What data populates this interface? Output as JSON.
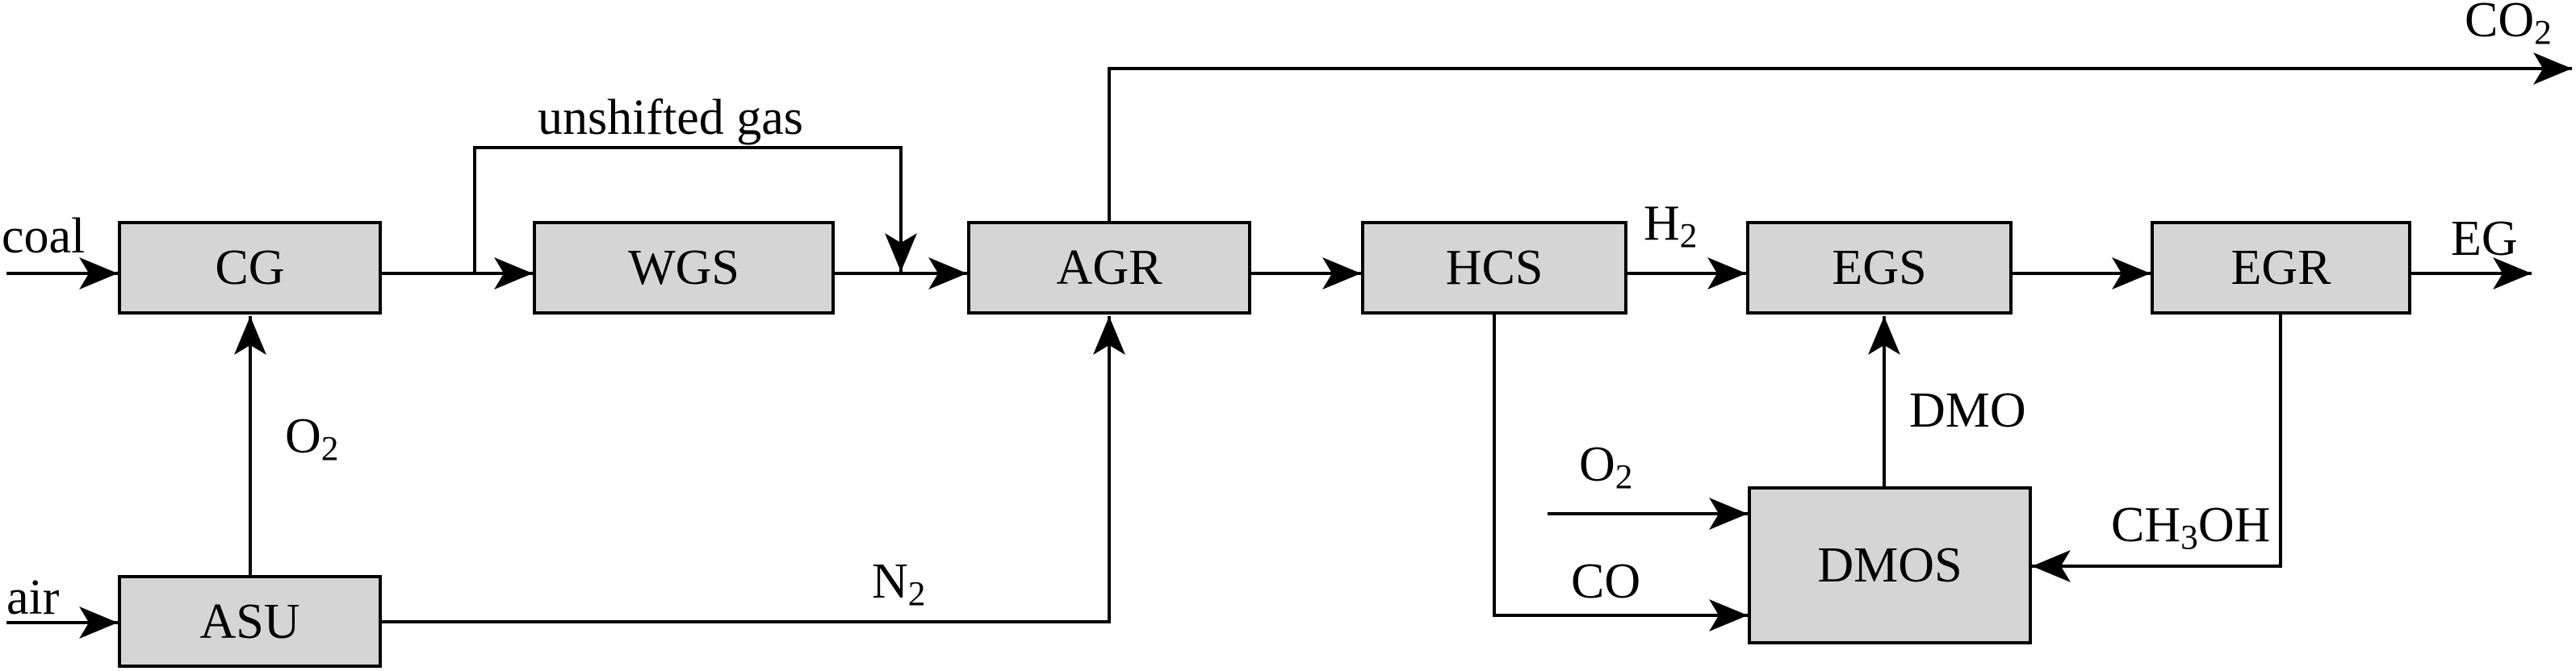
{
  "diagram": {
    "colors": {
      "background": "#ffffff",
      "box_fill": "#d5d5d5",
      "line": "#000000",
      "text": "#000000"
    },
    "boxes": {
      "cg": "CG",
      "wgs": "WGS",
      "agr": "AGR",
      "hcs": "HCS",
      "egs": "EGS",
      "egr": "EGR",
      "asu": "ASU",
      "dmos": "DMOS"
    },
    "labels": {
      "coal": {
        "pre": "coal"
      },
      "air": {
        "pre": "air"
      },
      "unshifted_gas": {
        "pre": "unshifted gas"
      },
      "o2_asu": {
        "pre": "O",
        "sub": "2"
      },
      "n2": {
        "pre": "N",
        "sub": "2"
      },
      "co2": {
        "pre": "CO",
        "sub": "2"
      },
      "h2": {
        "pre": "H",
        "sub": "2"
      },
      "eg": {
        "pre": "EG"
      },
      "dmo": {
        "pre": "DMO"
      },
      "o2_dmos": {
        "pre": "O",
        "sub": "2"
      },
      "co": {
        "pre": "CO"
      },
      "ch3oh": {
        "pre": "CH",
        "sub": "3",
        "post": "OH"
      }
    }
  }
}
